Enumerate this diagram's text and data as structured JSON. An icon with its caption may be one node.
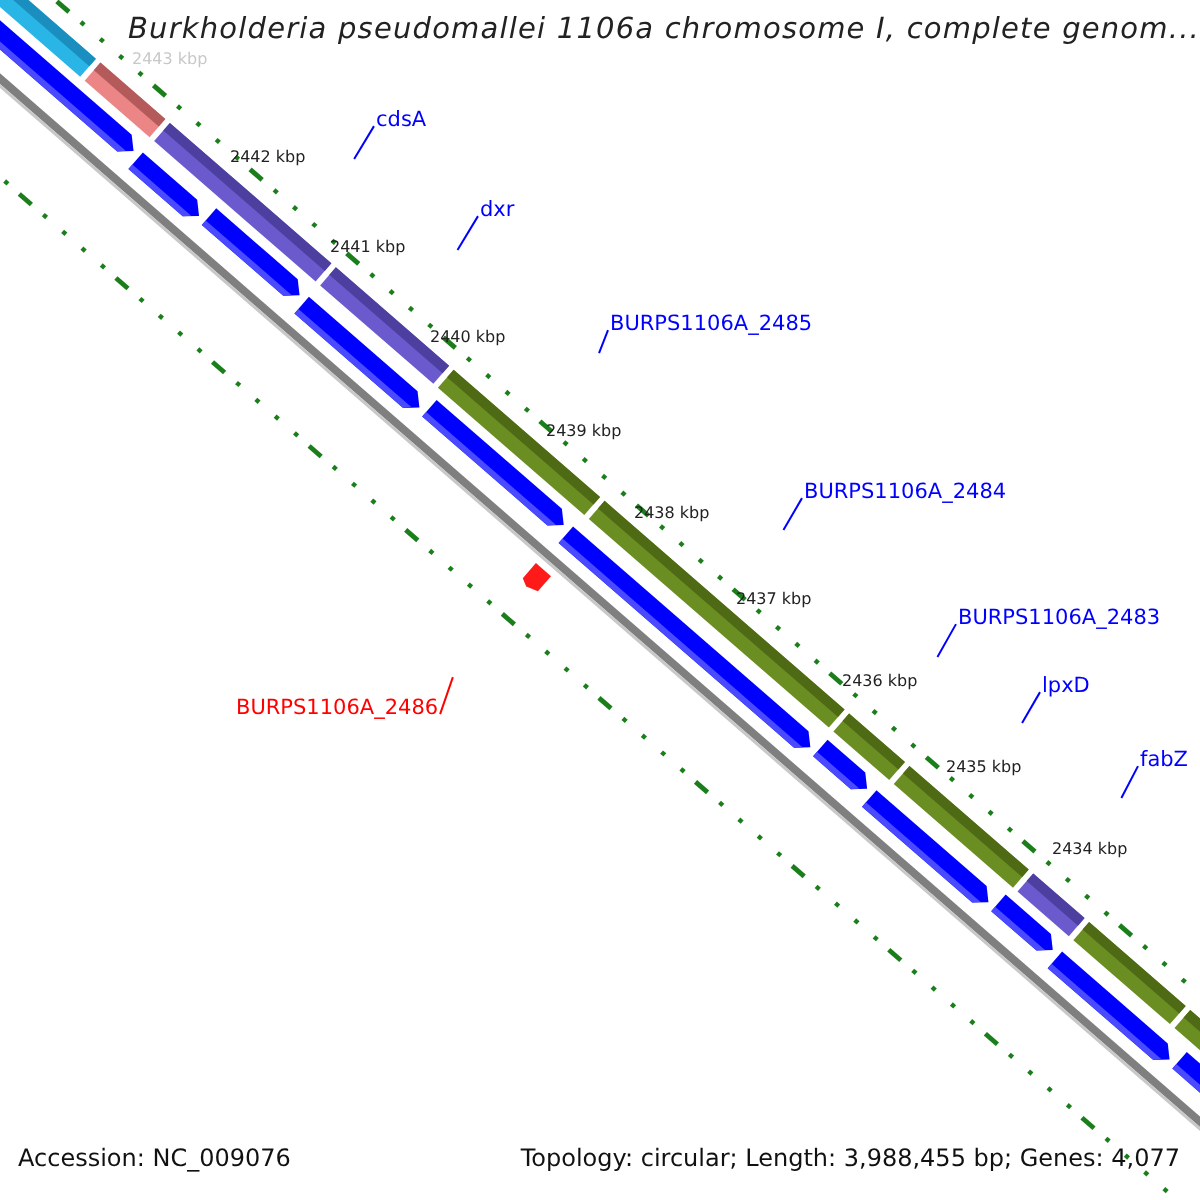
{
  "diagram": {
    "title": "Burkholderia pseudomallei 1106a chromosome I, complete genom...",
    "nodes": [
      {
        "text": [
          "cdsA"
        ]
      },
      {
        "text": [
          "dxr"
        ]
      },
      {
        "text": [
          "BURPS1106A_2485"
        ]
      },
      {
        "text": [
          "BURPS1106A_2484"
        ]
      },
      {
        "text": [
          "BURPS1106A_2483"
        ]
      },
      {
        "text": [
          "lpxD"
        ]
      },
      {
        "text": [
          "fabZ"
        ]
      },
      {
        "text": [
          "BURPS1106A_2486"
        ]
      }
    ],
    "edges": [
      {
        "from": 0,
        "to": null,
        "arrow": "none"
      },
      {
        "from": 1,
        "to": null,
        "arrow": "none"
      },
      {
        "from": 2,
        "to": null,
        "arrow": "none"
      },
      {
        "from": 3,
        "to": null,
        "arrow": "none"
      },
      {
        "from": 4,
        "to": null,
        "arrow": "none"
      },
      {
        "from": 5,
        "to": null,
        "arrow": "none"
      },
      {
        "from": 6,
        "to": null,
        "arrow": "none"
      },
      {
        "from": 7,
        "to": null,
        "arrow": "none",
        "color": "#ff0000"
      }
    ],
    "labels": [
      "2443 kbp",
      "2442 kbp",
      "2441 kbp",
      "2440 kbp",
      "2439 kbp",
      "2438 kbp",
      "2437 kbp",
      "2436 kbp",
      "2435 kbp",
      "2434 kbp",
      "Accession: NC_009076",
      "Topology: circular; Length: 3,988,455 bp; Genes: 4,077"
    ]
  }
}
